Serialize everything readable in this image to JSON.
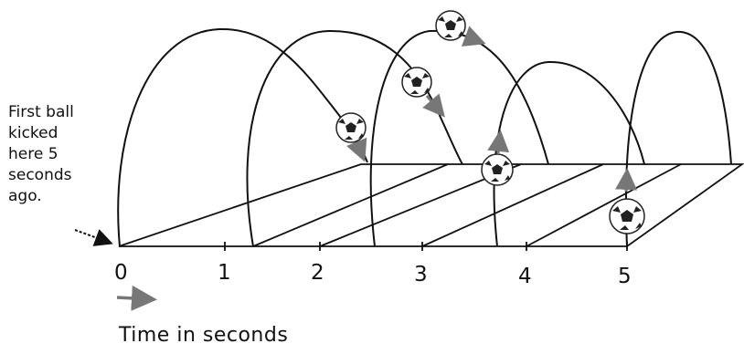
{
  "caption_lines": [
    "First ball",
    "kicked",
    "here 5",
    "seconds",
    "ago."
  ],
  "axis_ticks": [
    "0",
    "1",
    "2",
    "3",
    "4",
    "5"
  ],
  "axis_title": "Time in seconds",
  "colors": {
    "ink": "#111111",
    "motion_arrow": "#777777",
    "ball_dark": "#222222",
    "ball_light": "#ffffff"
  },
  "icons": {
    "ball": "soccer-ball-icon",
    "motion": "gray-arrow-icon",
    "pointer": "black-arrow-icon"
  }
}
